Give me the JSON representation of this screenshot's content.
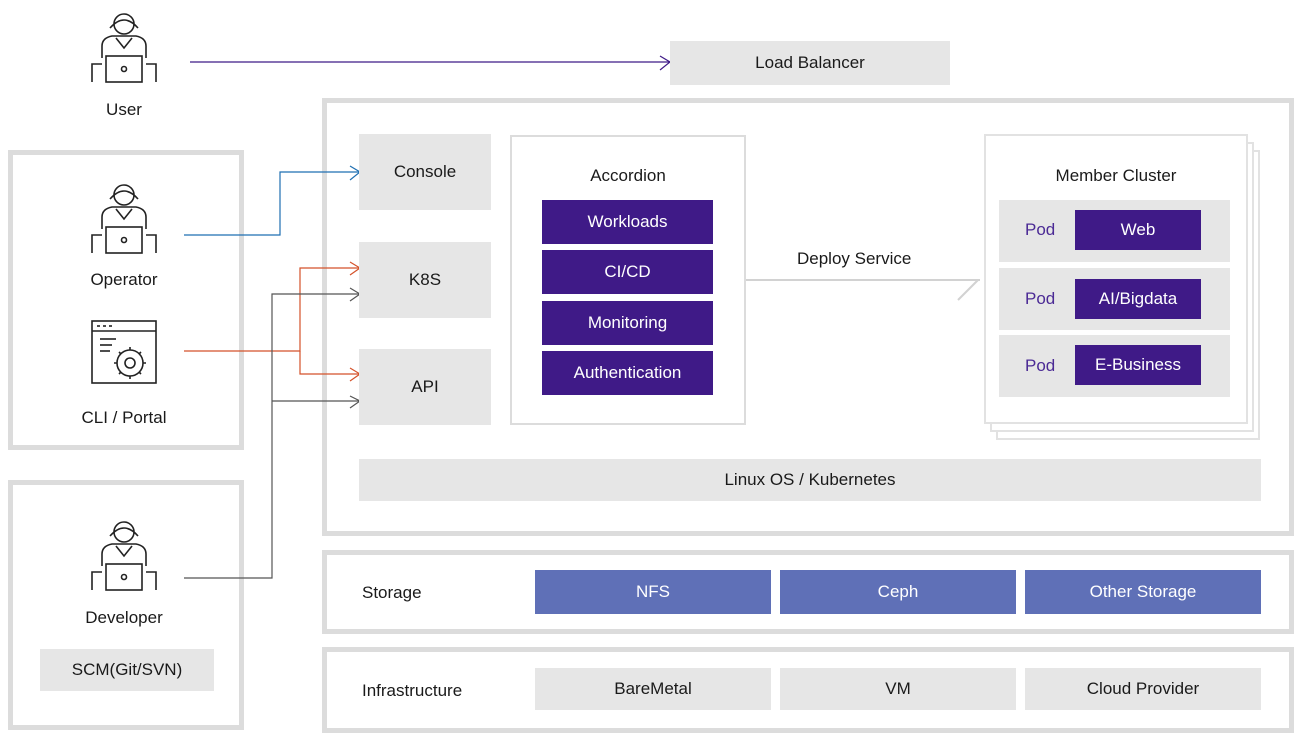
{
  "actors": {
    "user": "User",
    "operator": "Operator",
    "cli_portal": "CLI / Portal",
    "developer": "Developer",
    "scm": "SCM(Git/SVN)"
  },
  "load_balancer": "Load Balancer",
  "entry": {
    "console": "Console",
    "k8s": "K8S",
    "api": "API"
  },
  "accordion": {
    "title": "Accordion",
    "items": [
      "Workloads",
      "CI/CD",
      "Monitoring",
      "Authentication"
    ]
  },
  "deploy_service": "Deploy Service",
  "member_cluster": {
    "title": "Member Cluster",
    "pods": [
      {
        "tag": "Pod",
        "name": "Web"
      },
      {
        "tag": "Pod",
        "name": "AI/Bigdata"
      },
      {
        "tag": "Pod",
        "name": "E-Business"
      }
    ]
  },
  "os_layer": "Linux OS / Kubernetes",
  "storage": {
    "label": "Storage",
    "items": [
      "NFS",
      "Ceph",
      "Other Storage"
    ]
  },
  "infrastructure": {
    "label": "Infrastructure",
    "items": [
      "BareMetal",
      "VM",
      "Cloud Provider"
    ]
  },
  "colors": {
    "purple": "#3f1a87",
    "storage_blue": "#5f70b7",
    "console_line": "#1f6fb2",
    "cli_line": "#d4522a",
    "user_line": "#3f1a87",
    "dev_line": "#555555"
  }
}
